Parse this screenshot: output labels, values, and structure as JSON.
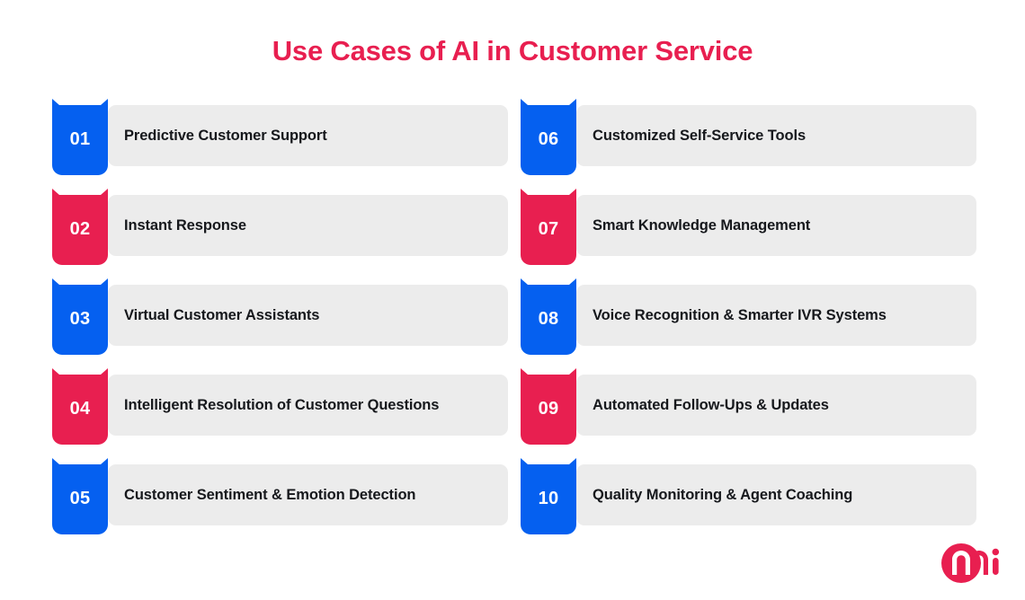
{
  "header": {
    "title": "Use Cases of AI in Customer Service",
    "title_color": "#E81F50"
  },
  "theme": {
    "blue": "#0560F0",
    "red": "#E81F50",
    "card_background": "#ECECEC",
    "card_text": "#16181C",
    "page_background": "#FFFFFF"
  },
  "items": [
    {
      "number": "01",
      "label": "Predictive Customer Support",
      "color": "blue",
      "column": "left"
    },
    {
      "number": "02",
      "label": "Instant Response",
      "color": "red",
      "column": "left"
    },
    {
      "number": "03",
      "label": "Virtual Customer Assistants",
      "color": "blue",
      "column": "left"
    },
    {
      "number": "04",
      "label": "Intelligent Resolution of Customer Questions",
      "color": "red",
      "column": "left"
    },
    {
      "number": "05",
      "label": "Customer Sentiment & Emotion Detection",
      "color": "blue",
      "column": "left"
    },
    {
      "number": "06",
      "label": "Customized Self-Service Tools",
      "color": "blue",
      "column": "right"
    },
    {
      "number": "07",
      "label": "Smart Knowledge Management",
      "color": "red",
      "column": "right"
    },
    {
      "number": "08",
      "label": "Voice Recognition & Smarter IVR Systems",
      "color": "blue",
      "column": "right"
    },
    {
      "number": "09",
      "label": "Automated Follow-Ups & Updates",
      "color": "red",
      "column": "right"
    },
    {
      "number": "10",
      "label": "Quality Monitoring & Agent Coaching",
      "color": "blue",
      "column": "right"
    }
  ],
  "logo": {
    "name": "mi-logo",
    "color": "#E81F50"
  }
}
